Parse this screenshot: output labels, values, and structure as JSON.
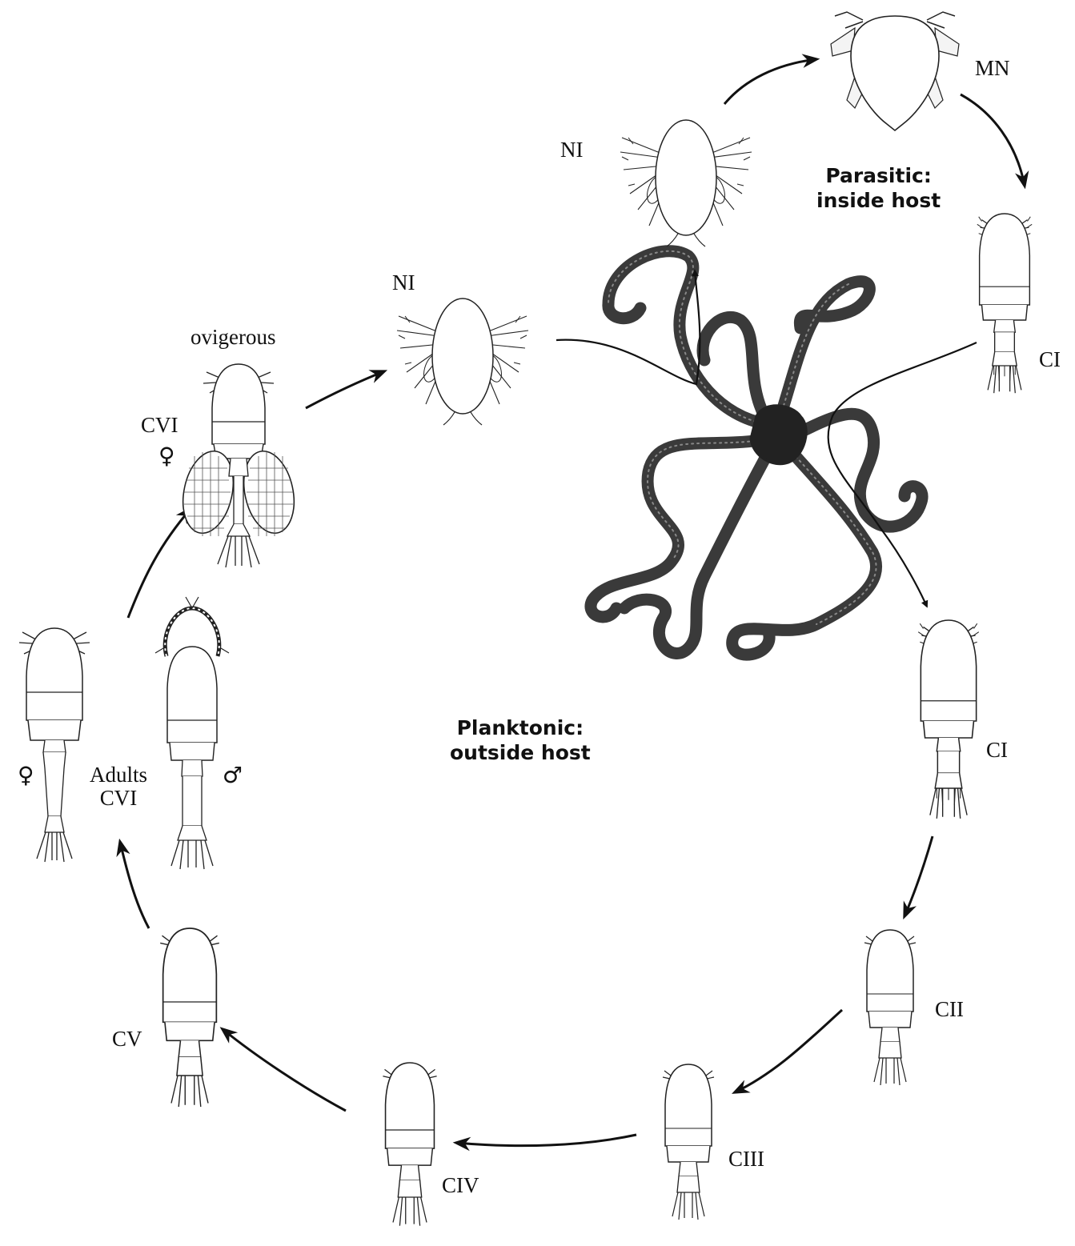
{
  "zones": {
    "parasitic": {
      "line1": "Parasitic:",
      "line2": "inside host"
    },
    "planktonic": {
      "line1": "Planktonic:",
      "line2": "outside host"
    }
  },
  "stages": {
    "ni_top": "NI",
    "mn": "MN",
    "ci_upper": "CI",
    "ci_lower": "CI",
    "cii": "CII",
    "ciii": "CIII",
    "civ": "CIV",
    "cv": "CV",
    "adults_line1": "Adults",
    "adults_line2": "CVI",
    "female_symbol": "♀",
    "male_symbol": "♂",
    "ni_mid": "NI",
    "ovigerous": "ovigerous",
    "cvi": "CVI",
    "ovigerous_symbol": "♀"
  },
  "colors": {
    "ink": "#111111",
    "host": "#3a3a3a",
    "host_disc": "#222222"
  }
}
